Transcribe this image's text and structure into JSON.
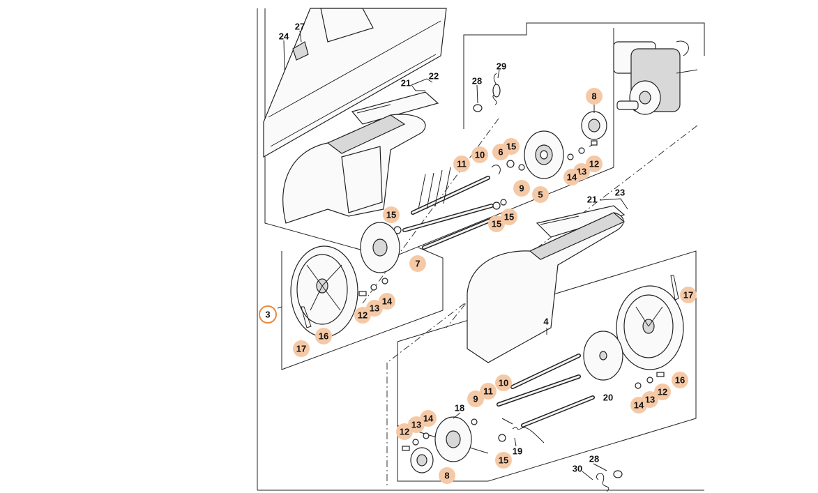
{
  "diagram": {
    "highlight_color": "#f6c9a6",
    "selected_outline_color": "#e8893f",
    "labels": [
      {
        "id": "l24",
        "text": "24",
        "highlighted": false
      },
      {
        "id": "l27",
        "text": "27",
        "highlighted": false
      },
      {
        "id": "l22",
        "text": "22",
        "highlighted": false
      },
      {
        "id": "l21a",
        "text": "21",
        "highlighted": false
      },
      {
        "id": "l29",
        "text": "29",
        "highlighted": false
      },
      {
        "id": "l28a",
        "text": "28",
        "highlighted": false
      },
      {
        "id": "l8a",
        "text": "8",
        "highlighted": true
      },
      {
        "id": "l15a",
        "text": "15",
        "highlighted": true
      },
      {
        "id": "l6",
        "text": "6",
        "highlighted": true
      },
      {
        "id": "l10a",
        "text": "10",
        "highlighted": true
      },
      {
        "id": "l11a",
        "text": "11",
        "highlighted": true
      },
      {
        "id": "l13a",
        "text": "13",
        "highlighted": true
      },
      {
        "id": "l12a",
        "text": "12",
        "highlighted": true
      },
      {
        "id": "l14a",
        "text": "14",
        "highlighted": true
      },
      {
        "id": "l9a",
        "text": "9",
        "highlighted": true
      },
      {
        "id": "l5",
        "text": "5",
        "highlighted": true
      },
      {
        "id": "l23",
        "text": "23",
        "highlighted": false
      },
      {
        "id": "l21b",
        "text": "21",
        "highlighted": false
      },
      {
        "id": "l15b",
        "text": "15",
        "highlighted": true
      },
      {
        "id": "l15c",
        "text": "15",
        "highlighted": true
      },
      {
        "id": "l15d",
        "text": "15",
        "highlighted": true
      },
      {
        "id": "l7",
        "text": "7",
        "highlighted": true
      },
      {
        "id": "l3",
        "text": "3",
        "highlighted": true,
        "selected": true
      },
      {
        "id": "l12b",
        "text": "12",
        "highlighted": true
      },
      {
        "id": "l13b",
        "text": "13",
        "highlighted": true
      },
      {
        "id": "l14b",
        "text": "14",
        "highlighted": true
      },
      {
        "id": "l17a",
        "text": "17",
        "highlighted": true
      },
      {
        "id": "l16a",
        "text": "16",
        "highlighted": true
      },
      {
        "id": "l4",
        "text": "4",
        "highlighted": false
      },
      {
        "id": "l17b",
        "text": "17",
        "highlighted": true
      },
      {
        "id": "l16b",
        "text": "16",
        "highlighted": true
      },
      {
        "id": "l20",
        "text": "20",
        "highlighted": false
      },
      {
        "id": "l12c",
        "text": "12",
        "highlighted": true
      },
      {
        "id": "l13c",
        "text": "13",
        "highlighted": true
      },
      {
        "id": "l14c",
        "text": "14",
        "highlighted": true
      },
      {
        "id": "l10b",
        "text": "10",
        "highlighted": true
      },
      {
        "id": "l11b",
        "text": "11",
        "highlighted": true
      },
      {
        "id": "l9b",
        "text": "9",
        "highlighted": true
      },
      {
        "id": "l18",
        "text": "18",
        "highlighted": false
      },
      {
        "id": "l14d",
        "text": "14",
        "highlighted": true
      },
      {
        "id": "l13d",
        "text": "13",
        "highlighted": true
      },
      {
        "id": "l12d",
        "text": "12",
        "highlighted": true
      },
      {
        "id": "l19",
        "text": "19",
        "highlighted": false
      },
      {
        "id": "l15e",
        "text": "15",
        "highlighted": true
      },
      {
        "id": "l8b",
        "text": "8",
        "highlighted": true
      },
      {
        "id": "l28b",
        "text": "28",
        "highlighted": false
      },
      {
        "id": "l30",
        "text": "30",
        "highlighted": false
      }
    ]
  }
}
